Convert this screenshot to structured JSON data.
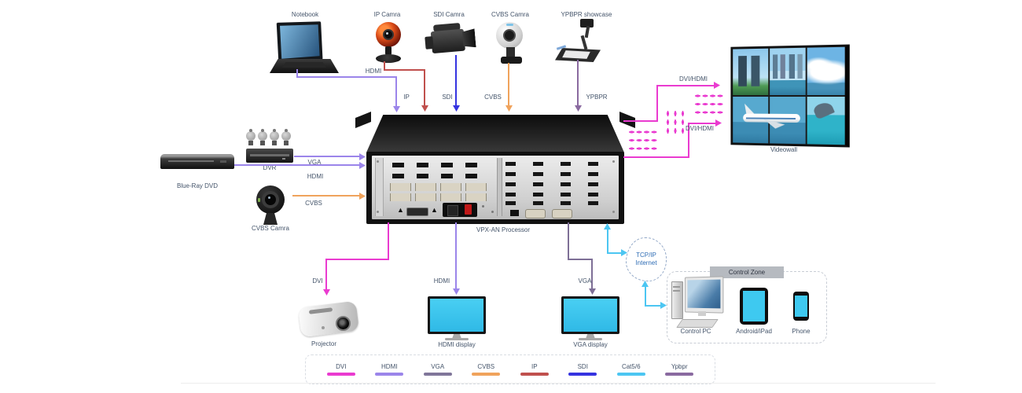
{
  "colors": {
    "dvi": "#ea3bd0",
    "hdmi": "#9b85ea",
    "vga": "#80769a",
    "cvbs": "#f0a35c",
    "ip": "#c0504d",
    "sdi": "#3533e0",
    "cat56": "#4cc6f2",
    "ypbpr": "#8a6aa0",
    "label_text": "#44546a",
    "screen_cyan": "#3ec9f0",
    "cloud_text": "#2f6db5"
  },
  "top_sources": {
    "notebook": "Notebook",
    "ip_camera": "IP Camra",
    "sdi_camera": "SDI Camra",
    "cvbs_camera": "CVBS Camra",
    "ypbpr_showcase": "YPBPR  showcase"
  },
  "left_sources": {
    "dvr": "DVR",
    "blue_ray": "Blue-Ray DVD",
    "cvbs_camera": "CVBS Camra"
  },
  "processor": {
    "label": "VPX-AN Processor"
  },
  "outputs": {
    "videowall": "Videowall",
    "projector": "Projector",
    "hdmi_display": "HDMI display",
    "vga_display": "VGA  display"
  },
  "cables": {
    "hdmi_top": "HDMI",
    "ip": "IP",
    "sdi": "SDI",
    "cvbs_top": "CVBS",
    "ypbpr": "YPBPR",
    "vga_left": "VGA",
    "hdmi_left": "HDMI",
    "cvbs_left": "CVBS",
    "dvi_hdmi_upper": "DVI/HDMI",
    "dvi_hdmi_lower": "DVI/HDMI",
    "dvi_out": "DVI",
    "hdmi_out": "HDMI",
    "vga_out": "VGA"
  },
  "cloud": {
    "line1": "TCP/IP",
    "line2": "Internet"
  },
  "control_zone": {
    "title": "Control Zone",
    "control_pc": "Control PC",
    "tablet": "Android/iPad",
    "phone": "Phone"
  },
  "legend": {
    "items": [
      {
        "label": "DVI",
        "color": "#ea3bd0"
      },
      {
        "label": "HDMI",
        "color": "#9b85ea"
      },
      {
        "label": "VGA",
        "color": "#80769a"
      },
      {
        "label": "CVBS",
        "color": "#f0a35c"
      },
      {
        "label": "IP",
        "color": "#c0504d"
      },
      {
        "label": "SDI",
        "color": "#3533e0"
      },
      {
        "label": "Cat5/6",
        "color": "#4cc6f2"
      },
      {
        "label": "Ypbpr",
        "color": "#8a6aa0"
      }
    ]
  }
}
